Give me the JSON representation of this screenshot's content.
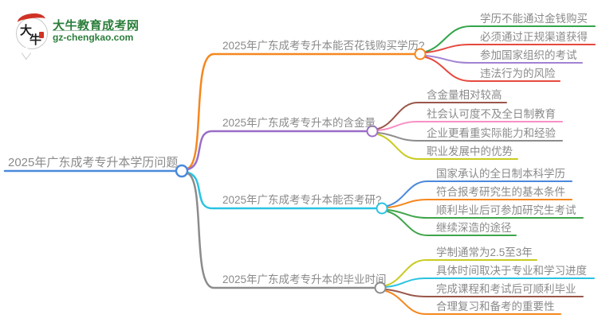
{
  "logo": {
    "icon_text": "大牛",
    "icon_char_1": "大",
    "icon_char_2": "牛",
    "brand": "大牛教育成考网",
    "url": "gz-chengkao.com",
    "brand_color": "#2b7e3a",
    "seal_color": "#cf3325"
  },
  "map": {
    "root": {
      "label": "2025年广东成考专升本学历问题",
      "color": "#4a89dc"
    },
    "branches": [
      {
        "label": "2025年广东成考专升本能否花钱购买学历?",
        "color": "#f5871e",
        "leaves": [
          {
            "text": "学历不能通过金钱购买",
            "color": "#33a54a"
          },
          {
            "text": "必须通过正规渠道获得",
            "color": "#e6493e"
          },
          {
            "text": "参加国家组织的考试",
            "color": "#a283d2"
          },
          {
            "text": "违法行为的风险",
            "color": "#e6493e"
          }
        ]
      },
      {
        "label": "2025年广东成考专升本的含金量",
        "color": "#9b6ec8",
        "leaves": [
          {
            "text": "含金量相对较高",
            "color": "#9a574a"
          },
          {
            "text": "社会认可度不及全日制教育",
            "color": "#f98fc4"
          },
          {
            "text": "企业更看重实际能力和经验",
            "color": "#8c8c8c"
          },
          {
            "text": "职业发展中的优势",
            "color": "#c9cb21"
          }
        ]
      },
      {
        "label": "2025年广东成考专升本能否考研?",
        "color": "#29c3e2",
        "leaves": [
          {
            "text": "国家承认的全日制本科学历",
            "color": "#4a89dc"
          },
          {
            "text": "符合报考研究生的基本条件",
            "color": "#f5871e"
          },
          {
            "text": "顺利毕业后可参加研究生考试",
            "color": "#3fa54a"
          },
          {
            "text": "继续深造的途径",
            "color": "#3fa54a"
          }
        ]
      },
      {
        "label": "2025年广东成考专升本的毕业时间",
        "color": "#8c8c8c",
        "leaves": [
          {
            "text": "学制通常为2.5至3年",
            "color": "#c9cb21"
          },
          {
            "text": "具体时间取决于专业和学习进度",
            "color": "#29c3e2"
          },
          {
            "text": "完成课程和考试后可顺利毕业",
            "color": "#9a574a"
          },
          {
            "text": "合理复习和备考的重要性",
            "color": "#f5871e"
          }
        ]
      }
    ]
  }
}
